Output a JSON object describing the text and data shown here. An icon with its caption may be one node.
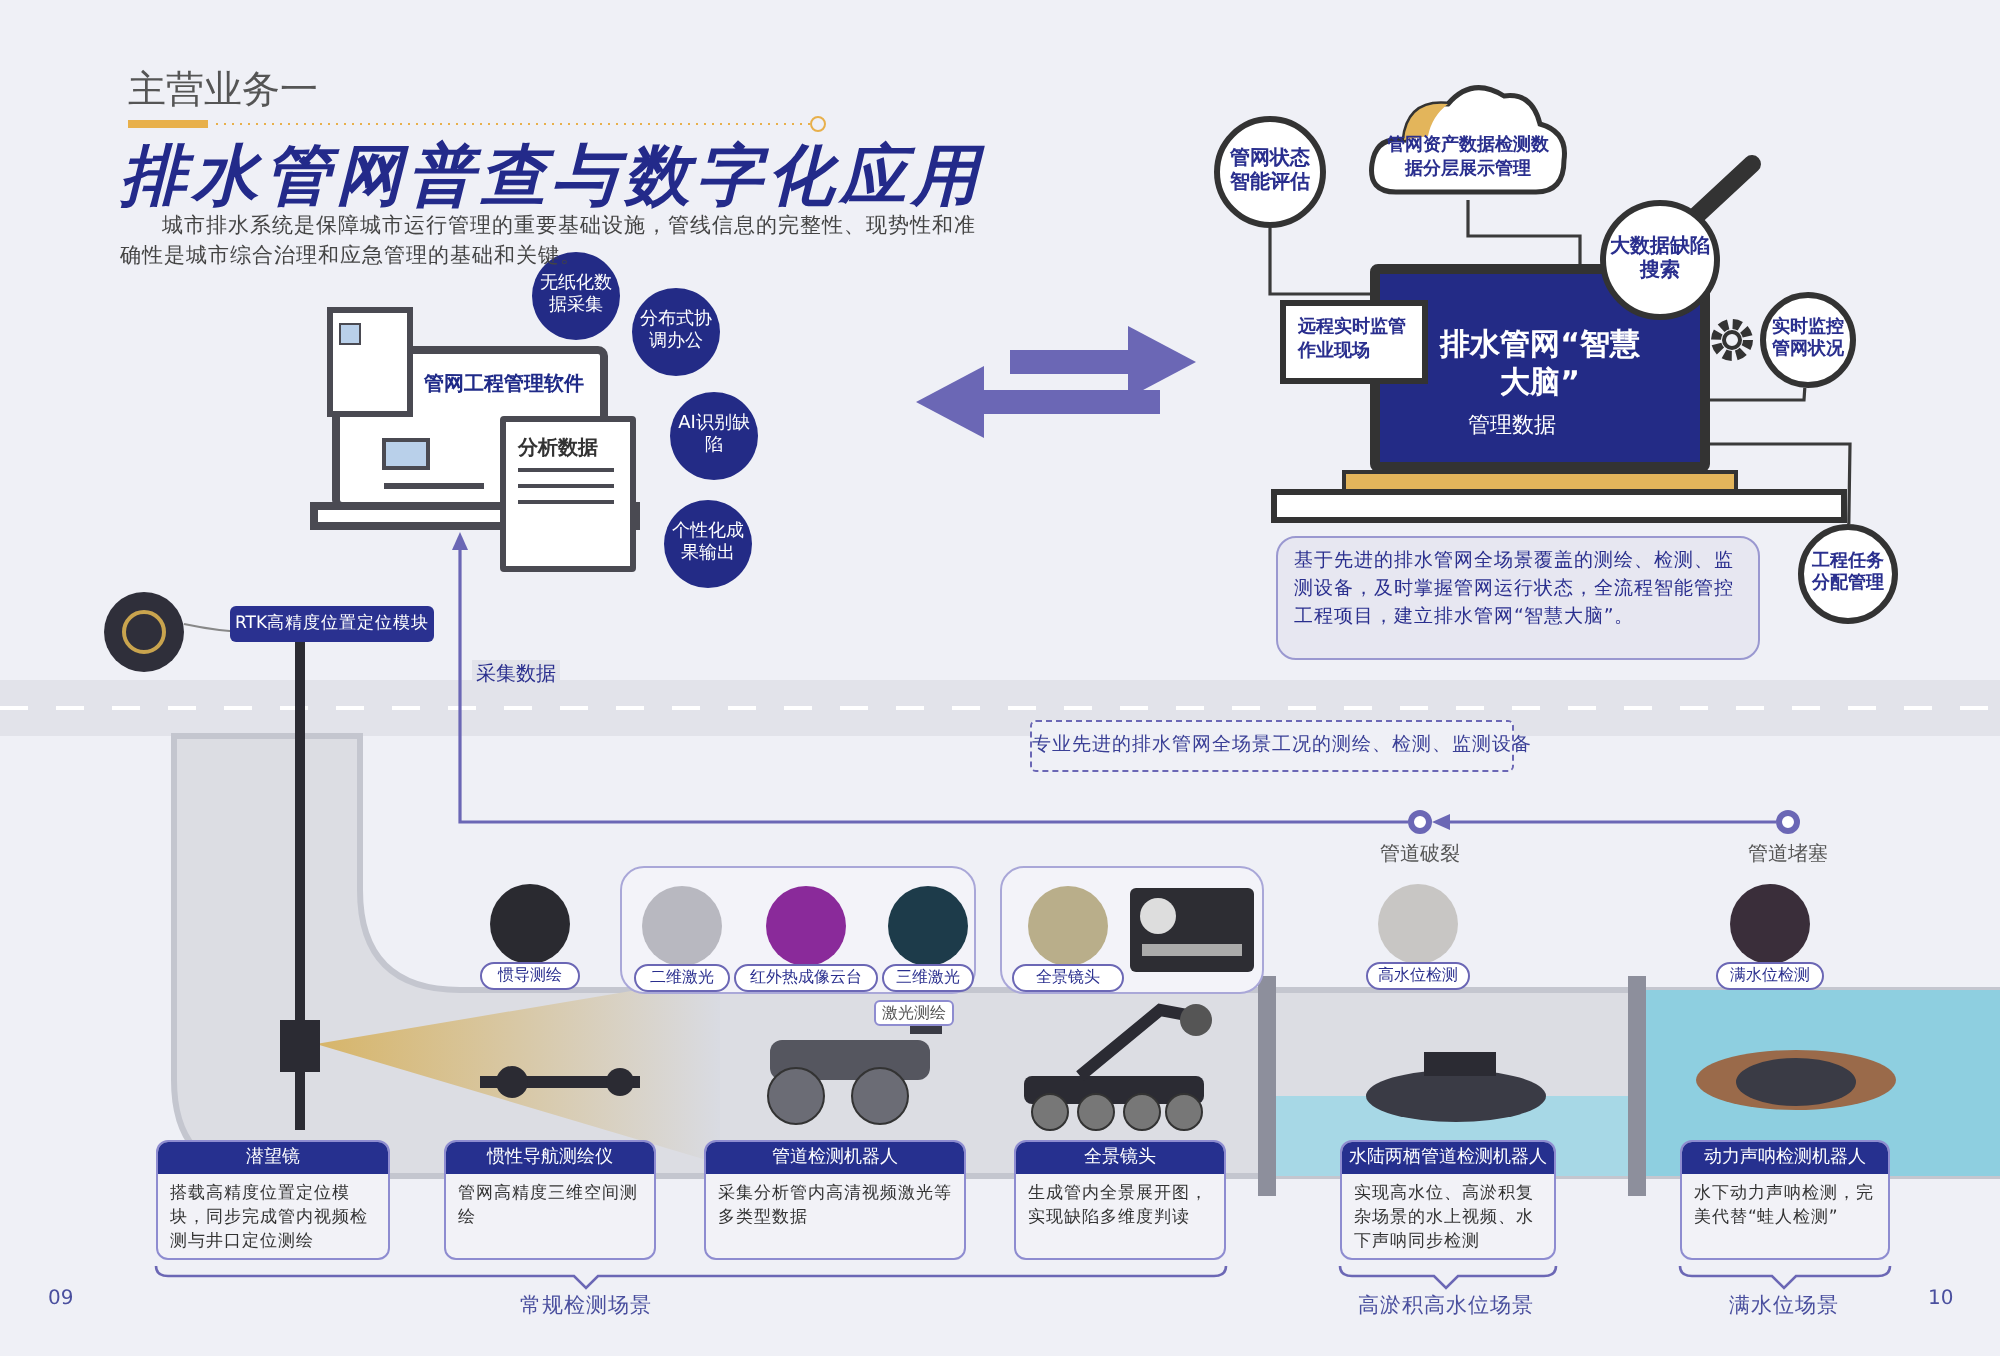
{
  "diagram": {
    "title": "排水管网普查与数字化应用",
    "nodes": [
      {
        "text": [
          "管网工程管理软件"
        ]
      },
      {
        "text": [
          "分析数据"
        ]
      },
      {
        "text": [
          "无纸化数据采集"
        ]
      },
      {
        "text": [
          "分布式协调办公"
        ]
      },
      {
        "text": [
          "AI识别缺陷"
        ]
      },
      {
        "text": [
          "个性化成果输出"
        ]
      },
      {
        "text": [
          "管网状态智能评估"
        ]
      },
      {
        "text": [
          "管网资产数据检测数据分层展示管理"
        ]
      },
      {
        "text": [
          "大数据缺陷搜索"
        ]
      },
      {
        "text": [
          "远程实时监管作业现场"
        ]
      },
      {
        "text": [
          "排水管网“智慧大脑”",
          "管理数据"
        ]
      },
      {
        "text": [
          "实时监控管网状况"
        ]
      },
      {
        "text": [
          "工程任务分配管理"
        ]
      },
      {
        "text": [
          "基于先进的排水管网全场景覆盖的测绘、检测、监测设备，及时掌握管网运行状态，全流程智能管控工程项目，建立排水管网“智慧大脑”。"
        ]
      },
      {
        "text": [
          "RTK高精度位置定位模块"
        ]
      },
      {
        "text": [],
        "shape": "circle",
        "beside": [
          "管道破裂"
        ]
      },
      {
        "text": [],
        "shape": "circle",
        "beside": [
          "管道堵塞"
        ]
      },
      {
        "text": [
          "惯导测绘"
        ]
      },
      {
        "text": [],
        "shape": "box"
      },
      {
        "text": [
          "二维激光"
        ],
        "in": 18
      },
      {
        "text": [
          "红外热成像云台"
        ],
        "in": 18
      },
      {
        "text": [
          "三维激光"
        ],
        "in": 18
      },
      {
        "text": [],
        "shape": "box"
      },
      {
        "text": [
          "全景镜头"
        ],
        "in": 22
      },
      {
        "text": [
          "高水位检测"
        ]
      },
      {
        "text": [
          "满水位检测"
        ]
      },
      {
        "text": [
          "潜望镜",
          "搭载高精度位置定位模块，同步完成管内视频检测与井口定位测绘"
        ]
      },
      {
        "text": [
          "惯性导航测绘仪",
          "管网高精度三维空间测绘"
        ]
      },
      {
        "text": [
          "管道检测机器人",
          "采集分析管内高清视频激光等多类型数据"
        ]
      },
      {
        "text": [
          "全景镜头",
          "生成管内全景展开图，实现缺陷多维度判读"
        ]
      },
      {
        "text": [
          "水陆两栖管道检测机器人",
          "实现高水位、高淤积复杂场景的水上视频、水下声呐同步检测"
        ]
      },
      {
        "text": [
          "动力声呐检测机器人",
          "水下动力声呐检测，完美代替“蛙人检测”"
        ]
      }
    ],
    "edges": [
      {
        "from": 6,
        "to": 10,
        "arrow": "none"
      },
      {
        "from": 7,
        "to": 10,
        "arrow": "none"
      },
      {
        "from": 11,
        "to": 10,
        "arrow": "none"
      },
      {
        "from": 12,
        "to": 10,
        "arrow": "none"
      },
      {
        "from": 16,
        "to": 15,
        "arrow": "to",
        "color": "#6b67b5"
      },
      {
        "from": 15,
        "to": 0,
        "arrow": "to",
        "label": "采集数据",
        "color": "#6b67b5"
      }
    ],
    "labels": [
      "主营业务一",
      "城市排水系统是保障城市运行管理的重要基础设施，管线信息的完整性、现势性和准确性是城市综合治理和应急管理的基础和关键。",
      "专业先进的排水管网全场景工况的测绘、检测、监测设备",
      "激光测绘",
      "09",
      "常规检测场景",
      "高淤积高水位场景",
      "满水位场景",
      "10"
    ]
  }
}
